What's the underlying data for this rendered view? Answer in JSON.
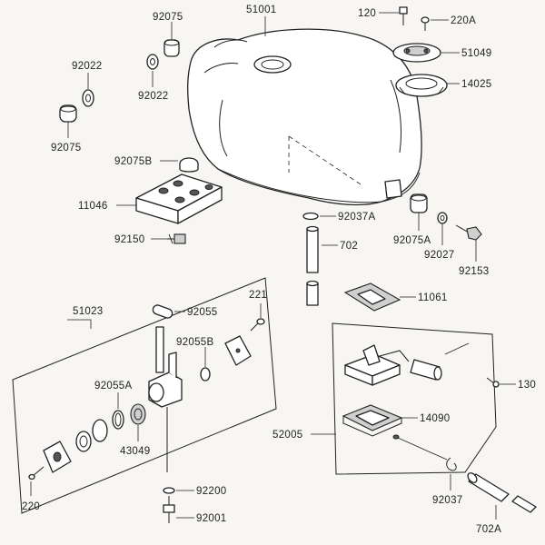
{
  "labels": {
    "p51001": "51001",
    "p92075_top": "92075",
    "p92022_upper": "92022",
    "p92022_mid": "92022",
    "p92075_left": "92075",
    "p120": "120",
    "p220A": "220A",
    "p51049": "51049",
    "p14025": "14025",
    "p92075B": "92075B",
    "p11046": "11046",
    "p92150": "92150",
    "p92037A": "92037A",
    "p702": "702",
    "p92075A": "92075A",
    "p92027": "92027",
    "p92153": "92153",
    "p11061": "11061",
    "p51023": "51023",
    "p221": "221",
    "p92055": "92055",
    "p92055B": "92055B",
    "p92055A": "92055A",
    "p43049": "43049",
    "p220": "220",
    "p92200": "92200",
    "p92001": "92001",
    "p130": "130",
    "p52005": "52005",
    "p14090": "14090",
    "p92037": "92037",
    "p702A": "702A"
  }
}
